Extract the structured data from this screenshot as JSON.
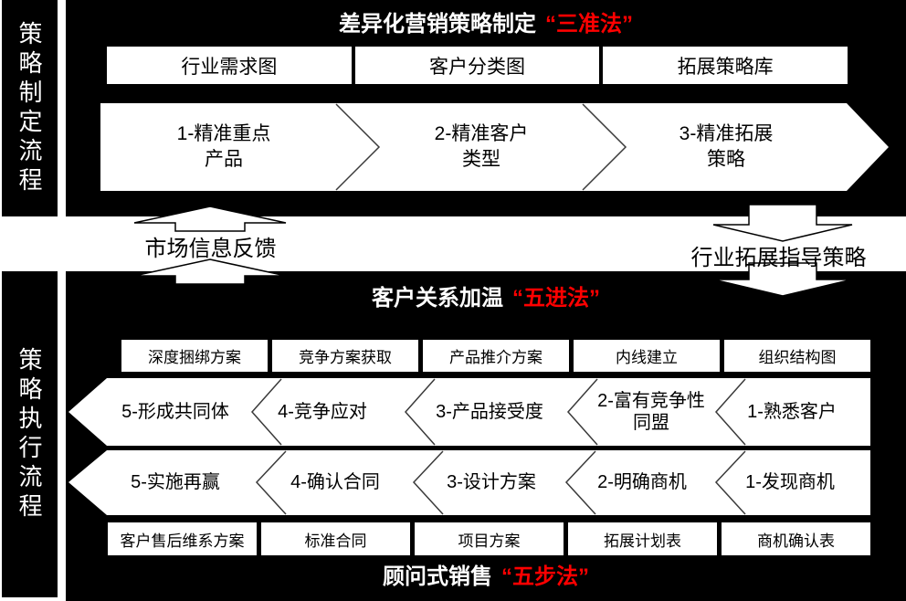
{
  "colors": {
    "background": "#ffffff",
    "panel": "#000000",
    "box": "#ffffff",
    "accent_red": "#fe0000",
    "text_on_panel": "#ffffff",
    "text_on_box": "#000000"
  },
  "sidebar_top": {
    "label": "策略制定流程"
  },
  "sidebar_bottom": {
    "label": "策略执行流程"
  },
  "top_panel": {
    "title": "差异化营销策略制定",
    "title_highlight": "“三准法”",
    "boxes": [
      "行业需求图",
      "客户分类图",
      "拓展策略库"
    ],
    "arrow_steps": [
      {
        "line1": "1-精准重点",
        "line2": "产品"
      },
      {
        "line1": "2-精准客户",
        "line2": "类型"
      },
      {
        "line1": "3-精准拓展",
        "line2": "策略"
      }
    ]
  },
  "connectors": {
    "feedback_up": "市场信息反馈",
    "guidance_down": "行业拓展指导策略"
  },
  "bottom_panel": {
    "title": "客户关系加温",
    "title_highlight": "“五进法”",
    "tool_boxes": [
      "深度捆绑方案",
      "竞争方案获取",
      "产品推介方案",
      "内线建立",
      "组织结构图"
    ],
    "warming_steps": [
      {
        "line1": "5-形成共同体",
        "line2": ""
      },
      {
        "line1": "4-竞争应对",
        "line2": ""
      },
      {
        "line1": "3-产品接受度",
        "line2": ""
      },
      {
        "line1": "2-富有竞争性",
        "line2": "同盟"
      },
      {
        "line1": "1-熟悉客户",
        "line2": ""
      }
    ],
    "selling_steps": [
      "5-实施再赢",
      "4-确认合同",
      "3-设计方案",
      "2-明确商机",
      "1-发现商机"
    ],
    "deliverable_boxes": [
      "客户售后维系方案",
      "标准合同",
      "项目方案",
      "拓展计划表",
      "商机确认表"
    ],
    "footer_title": "顾问式销售",
    "footer_highlight": "“五步法”"
  }
}
